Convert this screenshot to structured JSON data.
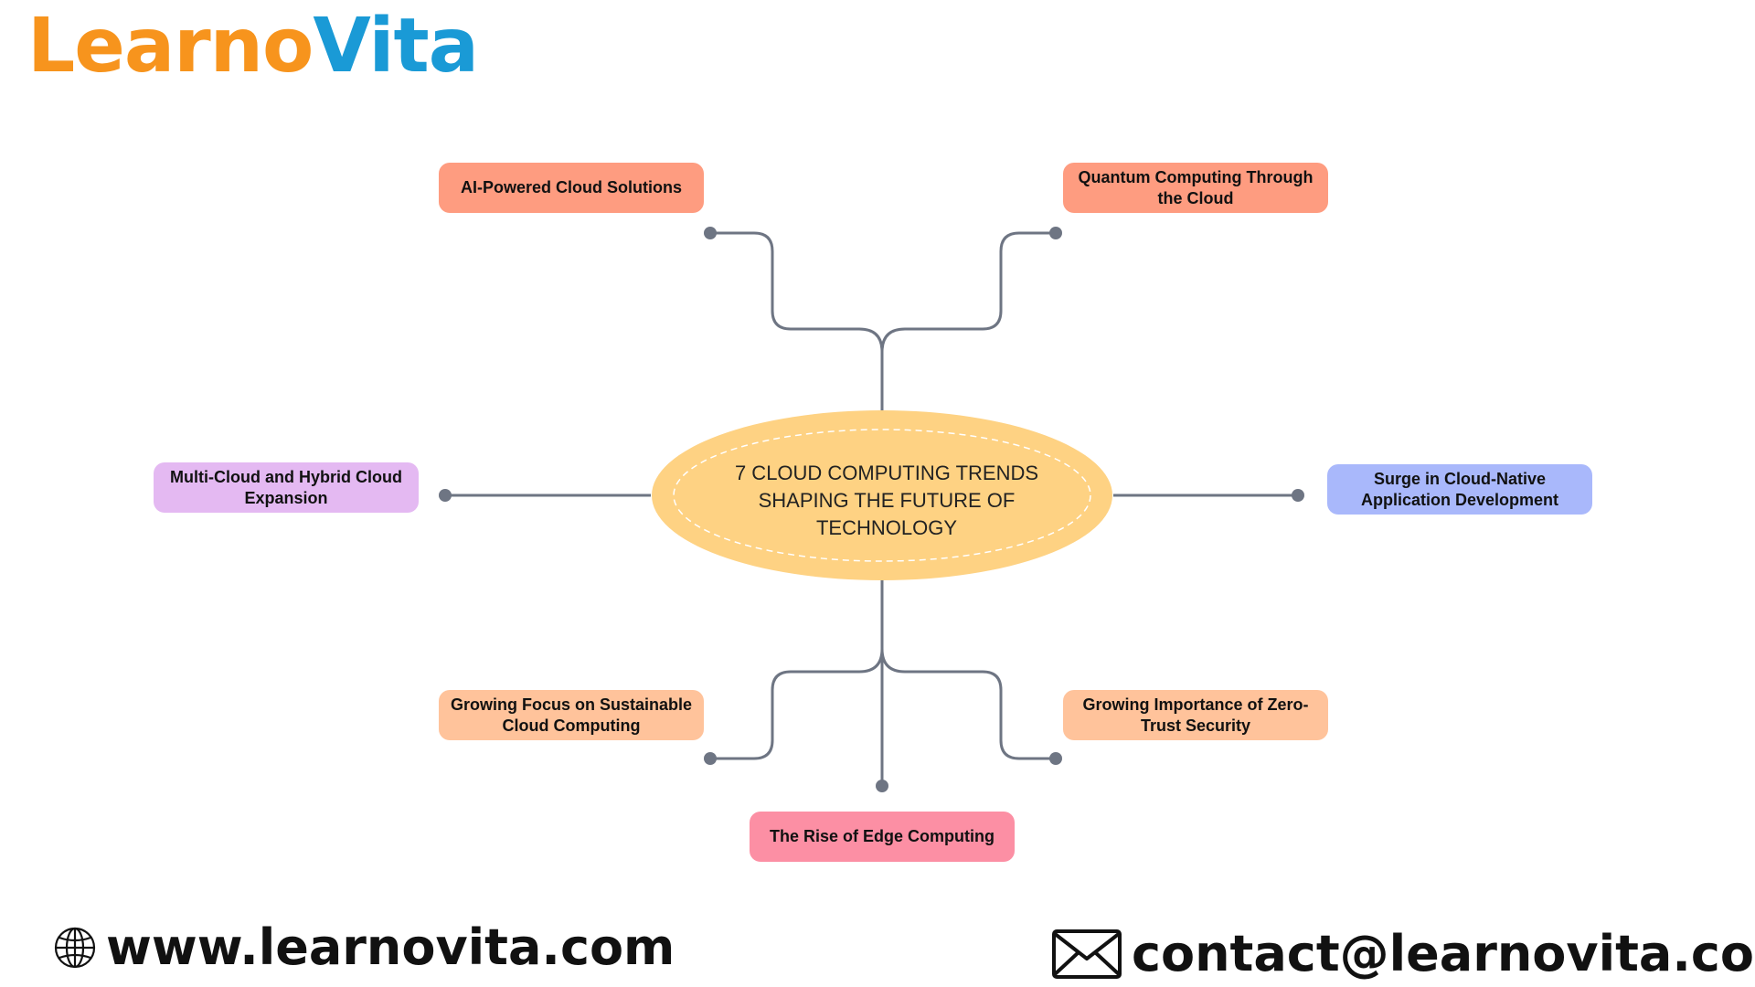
{
  "brand": {
    "logo_part1": "Learno",
    "logo_part2": "Vita"
  },
  "diagram": {
    "center": "7 CLOUD COMPUTING TRENDS SHAPING THE FUTURE OF TECHNOLOGY",
    "nodes": [
      {
        "label": "AI-Powered Cloud Solutions",
        "color": "#fe9c80"
      },
      {
        "label": "Quantum Computing Through the Cloud",
        "color": "#fe9c80"
      },
      {
        "label": "Multi-Cloud and Hybrid Cloud Expansion",
        "color": "#e4b9f2"
      },
      {
        "label": "Surge in Cloud-Native Application Development",
        "color": "#a9b8fb"
      },
      {
        "label": "Growing Focus on Sustainable Cloud Computing",
        "color": "#ffc39b"
      },
      {
        "label": "Growing Importance of Zero-Trust Security",
        "color": "#ffc39b"
      },
      {
        "label": "The Rise of Edge Computing",
        "color": "#fc8fa4"
      }
    ]
  },
  "footer": {
    "website": "www.learnovita.com",
    "email": "contact@learnovita.com"
  },
  "colors": {
    "center_fill": "#fed283",
    "connector": "#6e7583",
    "logo_orange": "#f7941d",
    "logo_blue": "#1a9ad6"
  }
}
